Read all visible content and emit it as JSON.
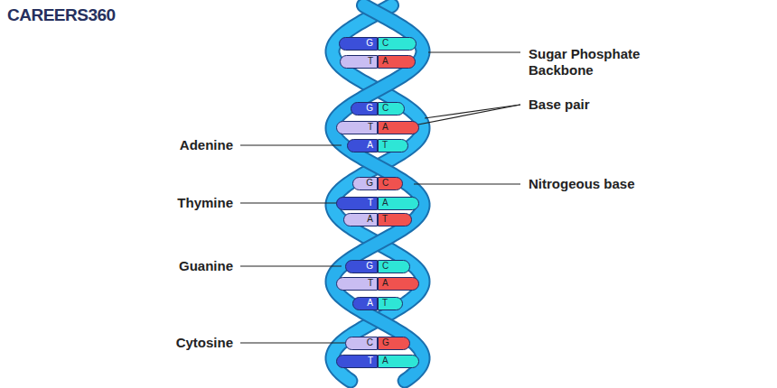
{
  "diagram": {
    "nodes": [
      {
        "text": [
          "G"
        ]
      },
      {
        "text": [
          "C"
        ]
      },
      {
        "text": [
          "T"
        ]
      },
      {
        "text": [
          "A"
        ]
      },
      {
        "text": [
          "G"
        ]
      },
      {
        "text": [
          "C"
        ]
      },
      {
        "text": [
          "T"
        ]
      },
      {
        "text": [
          "A"
        ]
      },
      {
        "text": [
          "A"
        ]
      },
      {
        "text": [
          "T"
        ]
      },
      {
        "text": [
          "G"
        ]
      },
      {
        "text": [
          "C"
        ]
      },
      {
        "text": [
          "T"
        ]
      },
      {
        "text": [
          "A"
        ]
      },
      {
        "text": [
          "A"
        ]
      },
      {
        "text": [
          "T"
        ]
      },
      {
        "text": [
          "G"
        ]
      },
      {
        "text": [
          "C"
        ]
      },
      {
        "text": [
          "T"
        ]
      },
      {
        "text": [
          "A"
        ]
      },
      {
        "text": [
          "A"
        ]
      },
      {
        "text": [
          "T"
        ]
      },
      {
        "text": [
          "C"
        ]
      },
      {
        "text": [
          "G"
        ]
      },
      {
        "text": [
          "T"
        ]
      },
      {
        "text": [
          "A"
        ]
      }
    ],
    "labels": [
      "CAREERS360",
      "Sugar Phosphate Backbone",
      "Base pair",
      "Nitrogeous base",
      "Adenine",
      "Thymine",
      "Guanine",
      "Cytosine"
    ]
  }
}
